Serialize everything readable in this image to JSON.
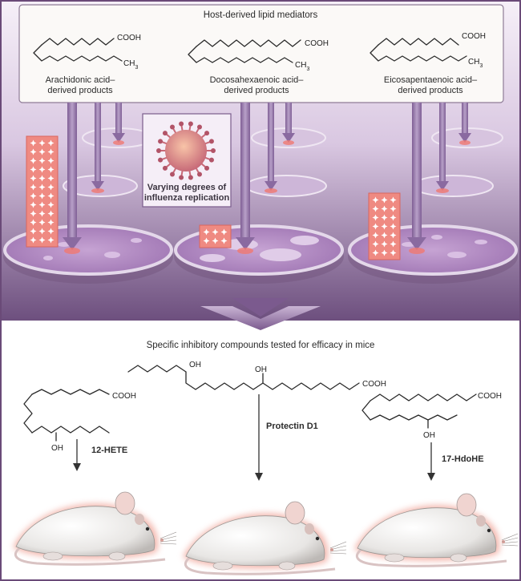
{
  "title": "Host-derived lipid mediators",
  "lipids": [
    {
      "cooh": "COOH",
      "ch3": "CH3",
      "label_line1": "Arachidonic acid–",
      "label_line2": "derived products"
    },
    {
      "cooh": "COOH",
      "ch3": "CH3",
      "label_line1": "Docosahexaenoic acid–",
      "label_line2": "derived products"
    },
    {
      "cooh": "COOH",
      "ch3": "CH3",
      "label_line1": "Eicosapentaenoic acid–",
      "label_line2": "derived products"
    }
  ],
  "virus_label_line1": "Varying degrees of",
  "virus_label_line2": "influenza replication",
  "compounds_title": "Specific inhibitory compounds tested for efficacy in mice",
  "compounds": [
    {
      "name": "12-HETE",
      "cooh": "COOH",
      "oh": "OH"
    },
    {
      "name": "Protectin D1",
      "cooh": "COOH",
      "oh": "OH"
    },
    {
      "name": "17-HdoHE",
      "cooh": "COOH",
      "oh": "OH"
    }
  ],
  "colors": {
    "frame": "#6a4a78",
    "band_top": "#efe6f2",
    "band_bottom": "#6d4f7e",
    "plate": "#b48ac4",
    "plate_rim": "#ddd0e4",
    "arrow_purple": "#8a6aa0",
    "grid_red": "#ea8a82",
    "mouse_glow": "#f2b0a6"
  }
}
